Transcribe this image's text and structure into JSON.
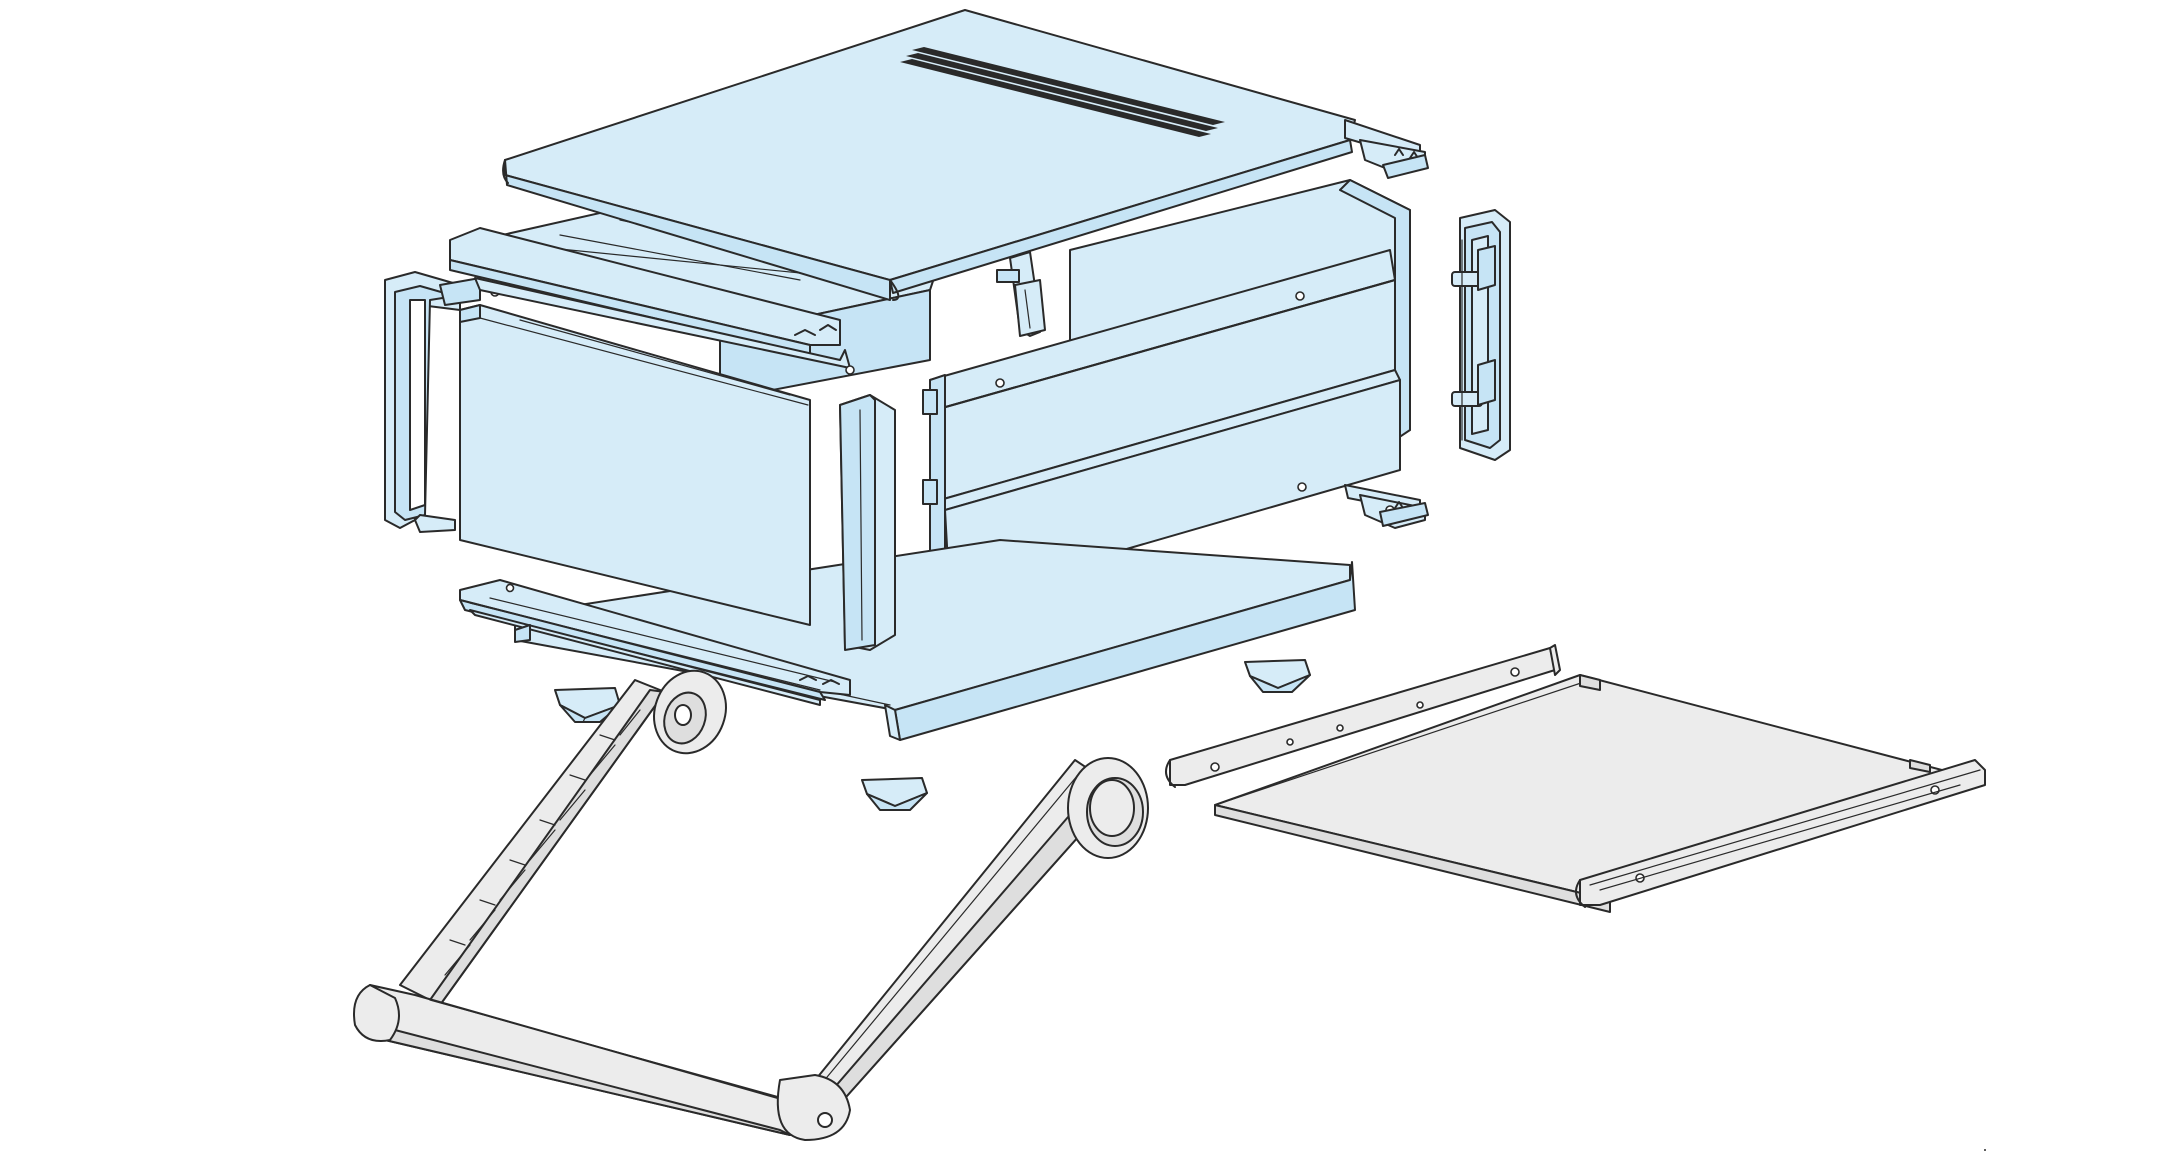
{
  "diagram": {
    "description_visible_text": "",
    "colors": {
      "panel_blue": "#d6ecf8",
      "panel_blue_dark": "#bfe0f2",
      "part_grey": "#ececec",
      "part_grey_dark": "#dcdcdc",
      "outline": "#2a2a2a",
      "background": "#ffffff"
    },
    "parts": [
      {
        "id": "top-cover",
        "icon": "top-cover-panel"
      },
      {
        "id": "top-rail-right",
        "icon": "profile-rail"
      },
      {
        "id": "front-frame-left",
        "icon": "front-frame"
      },
      {
        "id": "front-top-rail",
        "icon": "profile-rail"
      },
      {
        "id": "front-panel",
        "icon": "front-panel"
      },
      {
        "id": "front-frame-insert",
        "icon": "frame-insert"
      },
      {
        "id": "inner-rails",
        "icon": "inner-rails"
      },
      {
        "id": "side-wall",
        "icon": "side-wall"
      },
      {
        "id": "side-panel-upper",
        "icon": "side-panel"
      },
      {
        "id": "side-panel-lower",
        "icon": "side-panel"
      },
      {
        "id": "rear-bracket",
        "icon": "bracket"
      },
      {
        "id": "rear-frame-right",
        "icon": "rear-frame"
      },
      {
        "id": "bottom-rail-right",
        "icon": "profile-rail"
      },
      {
        "id": "bottom-cover",
        "icon": "bottom-cover-panel"
      },
      {
        "id": "bottom-front-rail",
        "icon": "profile-rail"
      },
      {
        "id": "foot-1",
        "icon": "rubber-foot"
      },
      {
        "id": "foot-2",
        "icon": "rubber-foot"
      },
      {
        "id": "foot-3",
        "icon": "rubber-foot"
      },
      {
        "id": "carry-handle",
        "icon": "tilt-handle"
      },
      {
        "id": "mounting-plate",
        "icon": "mounting-plate"
      }
    ]
  }
}
